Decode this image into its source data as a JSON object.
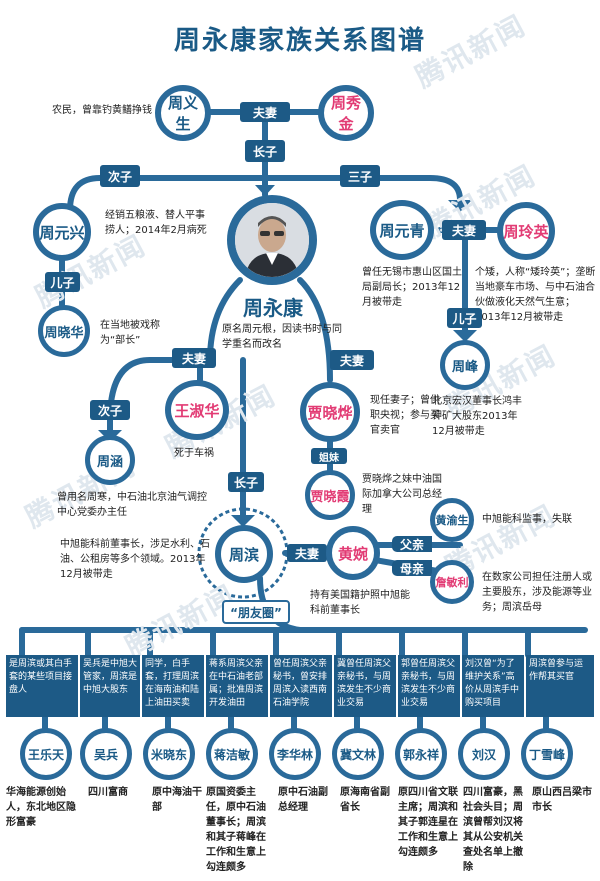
{
  "title": "周永康家族关系图谱",
  "watermark": "腾讯新闻",
  "colors": {
    "primary": "#1d5a86",
    "line": "#2a6a9a",
    "female": "#e23b74",
    "title": "#1a5a86"
  },
  "people": {
    "zhou_yisheng": {
      "name": "周义生",
      "note": "农民，曾靠钓黄鳝挣钱"
    },
    "zhou_xiujin": {
      "name": "周秀金"
    },
    "zhou_yuanxing": {
      "name": "周元兴",
      "note": "经销五粮液、替人平事捞人；2014年2月病死"
    },
    "zhou_xiaohua": {
      "name": "周晓华",
      "note": "在当地被戏称为“部长”"
    },
    "zhou_yongkang": {
      "name": "周永康",
      "note": "原名周元根，因读书时与同学重名而改名"
    },
    "zhou_yuanqing": {
      "name": "周元青",
      "note": "曾任无锡市惠山区国土局副局长；2013年12月被带走"
    },
    "zhou_lingying": {
      "name": "周玲英",
      "note": "个矮，人称“矮玲英”；垄断当地豪车市场、与中石油合伙做液化天然气生意；2013年12月被带走"
    },
    "zhou_feng": {
      "name": "周峰",
      "note": "北京宏汉董事长鸿丰钾矿大股东2013年12月被带走"
    },
    "wang_shuhua": {
      "name": "王淑华",
      "note": "死于车祸"
    },
    "zhou_han": {
      "name": "周涵",
      "note": "曾用名周寒，中石油北京油气调控中心党委办主任"
    },
    "jia_xiaoye": {
      "name": "贾晓烨",
      "note": "现任妻子；曾供职央视；参与买官卖官"
    },
    "jia_xiaoxia": {
      "name": "贾晓霞",
      "note": "贾晓烨之妹中油国际加拿大公司总经理"
    },
    "zhou_bin": {
      "name": "周滨",
      "note": "中旭能科前董事长，涉足水利、石油、公租房等多个领域。2013年12月被带走"
    },
    "huang_wan": {
      "name": "黄婉",
      "note": "持有美国籍护照中旭能科前董事长"
    },
    "huang_yusheng": {
      "name": "黄渝生",
      "note": "中旭能科监事，失联"
    },
    "zhan_minli": {
      "name": "詹敏利",
      "note": "在数家公司担任注册人或主要股东，涉及能源等业务；周滨岳母"
    }
  },
  "relations": {
    "spouse": "夫妻",
    "first_son": "长子",
    "second_son": "次子",
    "third_son": "三子",
    "son": "儿子",
    "sister": "姐妹",
    "father": "父亲",
    "mother": "母亲"
  },
  "friends_circle": {
    "label": "“朋友圈”",
    "members": [
      {
        "name": "王乐天",
        "desc": "是周滨或其白手套的某些项目接盘人",
        "bio": "华海能源创始人，东北地区隐形富豪"
      },
      {
        "name": "吴兵",
        "desc": "吴兵是中旭大管家，周滨是中旭大股东",
        "bio": "四川富商"
      },
      {
        "name": "米晓东",
        "desc": "同学，白手套，打理周滨在海南油和陆上油田买卖",
        "bio": "原中海油干部"
      },
      {
        "name": "蒋洁敏",
        "desc": "蒋系周滨父亲在中石油老部属；批准周滨开发油田",
        "bio": "原国资委主任，原中石油董事长；周滨和其子蒋峰在工作和生意上勾连颇多"
      },
      {
        "name": "李华林",
        "desc": "曾任周滨父亲秘书，曾安排周滨入读西南石油学院",
        "bio": "原中石油副总经理"
      },
      {
        "name": "冀文林",
        "desc": "冀曾任周滨父亲秘书，与周滨发生不少商业交易",
        "bio": "原海南省副省长"
      },
      {
        "name": "郭永祥",
        "desc": "郭曾任周滨父亲秘书，与周滨发生不少商业交易",
        "bio": "原四川省文联主席；周滨和其子郭连星在工作和生意上勾连颇多"
      },
      {
        "name": "刘汉",
        "desc": "刘汉曾“为了维护关系”高价从周滨手中购买项目",
        "bio": "四川富豪，黑社会头目；周滨曾帮刘汉将其从公安机关查处名单上撤除"
      },
      {
        "name": "丁雪峰",
        "desc": "周滨曾参与运作帮其买官",
        "bio": "原山西吕梁市市长"
      }
    ]
  }
}
